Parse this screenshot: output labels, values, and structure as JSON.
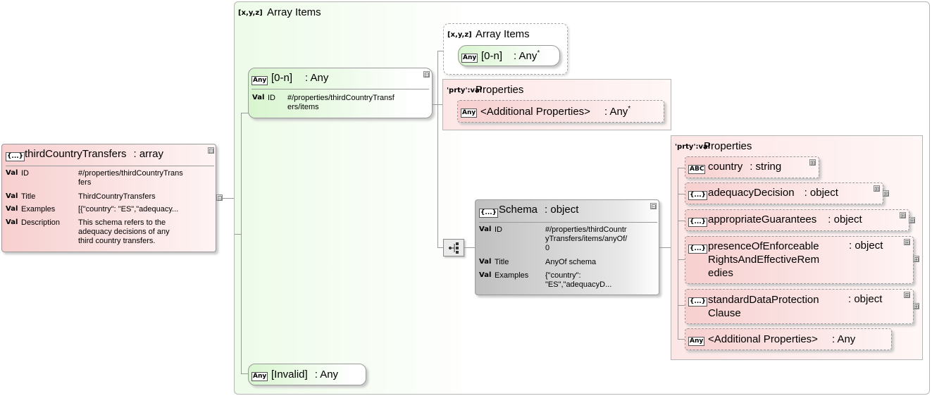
{
  "root": {
    "badge": "{...}",
    "name": "thirdCountryTransfers",
    "type": ": array",
    "rows": [
      {
        "val": "Val",
        "key": "ID",
        "value": "#/properties/thirdCountryTrans\nfers"
      },
      {
        "val": "Val",
        "key": "Title",
        "value": "ThirdCountryTransfers"
      },
      {
        "val": "Val",
        "key": "Examples",
        "value": "[{\"country\": \"ES\",\"adequacy..."
      },
      {
        "val": "Val",
        "key": "Description",
        "value": "This schema refers to the\nadequacy decisions of any\nthird country transfers."
      }
    ]
  },
  "array_items": {
    "badge": "[x,y,z]",
    "title": "Array Items"
  },
  "item_0n": {
    "badge": "Any",
    "name": "[0-n]",
    "type": ": Any",
    "row": {
      "val": "Val",
      "key": "ID",
      "value": "#/properties/thirdCountryTransf\ners/items"
    }
  },
  "inner_array_items": {
    "badge": "[x,y,z]",
    "title": "Array Items",
    "item": {
      "badge": "Any",
      "name": "[0-n]",
      "type": ": Any",
      "mark": "*"
    }
  },
  "properties_top": {
    "badge": "'prty':val",
    "title": "Properties",
    "item": {
      "badge": "Any",
      "name": "<Additional Properties>",
      "type": ": Any",
      "mark": "*"
    }
  },
  "schema": {
    "badge": "{...}",
    "name": "Schema",
    "type": ": object",
    "rows": [
      {
        "val": "Val",
        "key": "ID",
        "value": "#/properties/thirdCountr\nyTransfers/items/anyOf/\n0"
      },
      {
        "val": "Val",
        "key": "Title",
        "value": "AnyOf schema"
      },
      {
        "val": "Val",
        "key": "Examples",
        "value": "{\"country\":\n\"ES\",\"adequacyD..."
      }
    ]
  },
  "properties_right": {
    "badge": "'prty':val",
    "title": "Properties",
    "items": [
      {
        "badge": "ABC",
        "name": "country",
        "type": ": string"
      },
      {
        "badge": "{...}",
        "name": "adequacyDecision",
        "type": ": object"
      },
      {
        "badge": "{...}",
        "name": "appropriateGuarantees",
        "type": ": object"
      },
      {
        "badge": "{...}",
        "name": "presenceOfEnforceable\nRightsAndEffectiveRem\nedies",
        "type": ": object"
      },
      {
        "badge": "{...}",
        "name": "standardDataProtection\nClause",
        "type": ": object"
      },
      {
        "badge": "Any",
        "name": "<Additional Properties>",
        "type": ": Any"
      }
    ]
  },
  "invalid": {
    "badge": "Any",
    "name": "[Invalid]",
    "type": ": Any"
  },
  "icons": {
    "collapse": "⊟",
    "expand": "⊞"
  }
}
